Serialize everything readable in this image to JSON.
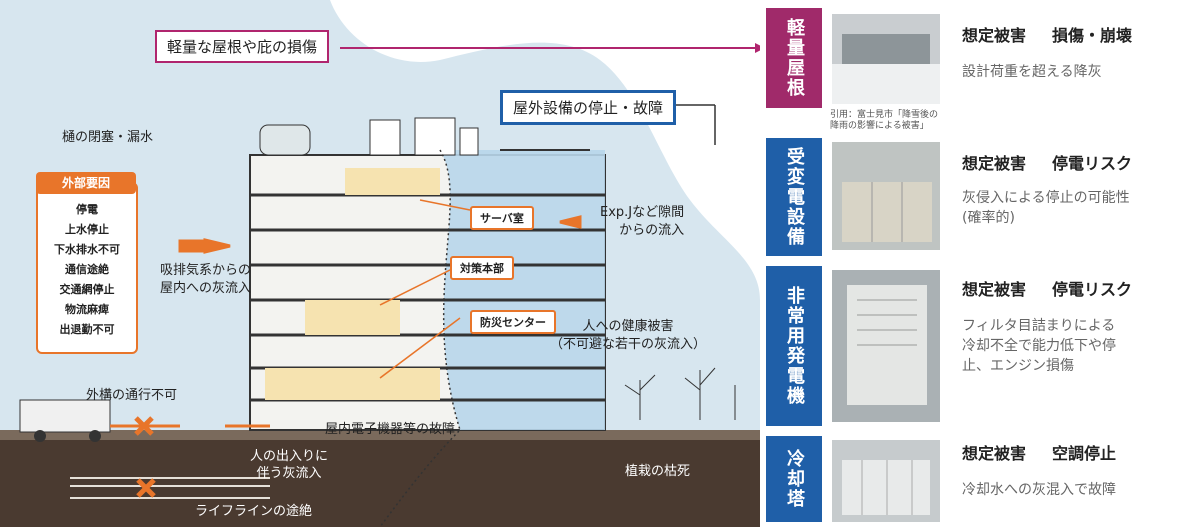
{
  "diagram": {
    "top_callout": "軽量な屋根や庇の損傷",
    "gutter": "樋の閉塞・漏水",
    "outdoor_callout": "屋外設備の停止・故障",
    "external_factors": {
      "title": "外部要因",
      "items": [
        "停電",
        "上水停止",
        "下水排水不可",
        "通信途絶",
        "交通網停止",
        "物流麻痺",
        "出退勤不可"
      ]
    },
    "rooms": {
      "server": "サーバ室",
      "hq": "対策本部",
      "disaster_center": "防災センター"
    },
    "intake": "吸排気系からの\n屋内への灰流入",
    "exp_joint": "Exp.Jなど隙間\nからの流入",
    "health": "人への健康被害\n（不可避な若干の灰流入）",
    "exterior": "外構の通行不可",
    "electronics": "屋内電子機器等の故障",
    "people_inflow": "人の出入りに\n伴う灰流入",
    "planting": "植栽の枯死",
    "lifeline": "ライフラインの途絶"
  },
  "panels": [
    {
      "title": "軽量屋根",
      "color": "#a02a6a",
      "damage_label": "想定被害",
      "damage_type": "損傷・崩壊",
      "desc": "設計荷重を超える降灰",
      "citation": "引用：富士見市「降雪後の\n降雨の影響による被害」"
    },
    {
      "title": "受変電設備",
      "color": "#1f5fa8",
      "damage_label": "想定被害",
      "damage_type": "停電リスク",
      "desc": "灰侵入による停止の可能性\n(確率的)"
    },
    {
      "title": "非常用発電機",
      "color": "#1f5fa8",
      "damage_label": "想定被害",
      "damage_type": "停電リスク",
      "desc": "フィルタ目詰まりによる\n冷却不全で能力低下や停\n止、エンジン損傷"
    },
    {
      "title": "冷却塔",
      "color": "#1f5fa8",
      "damage_label": "想定被害",
      "damage_type": "空調停止",
      "desc": "冷却水への灰混入で故障"
    }
  ]
}
